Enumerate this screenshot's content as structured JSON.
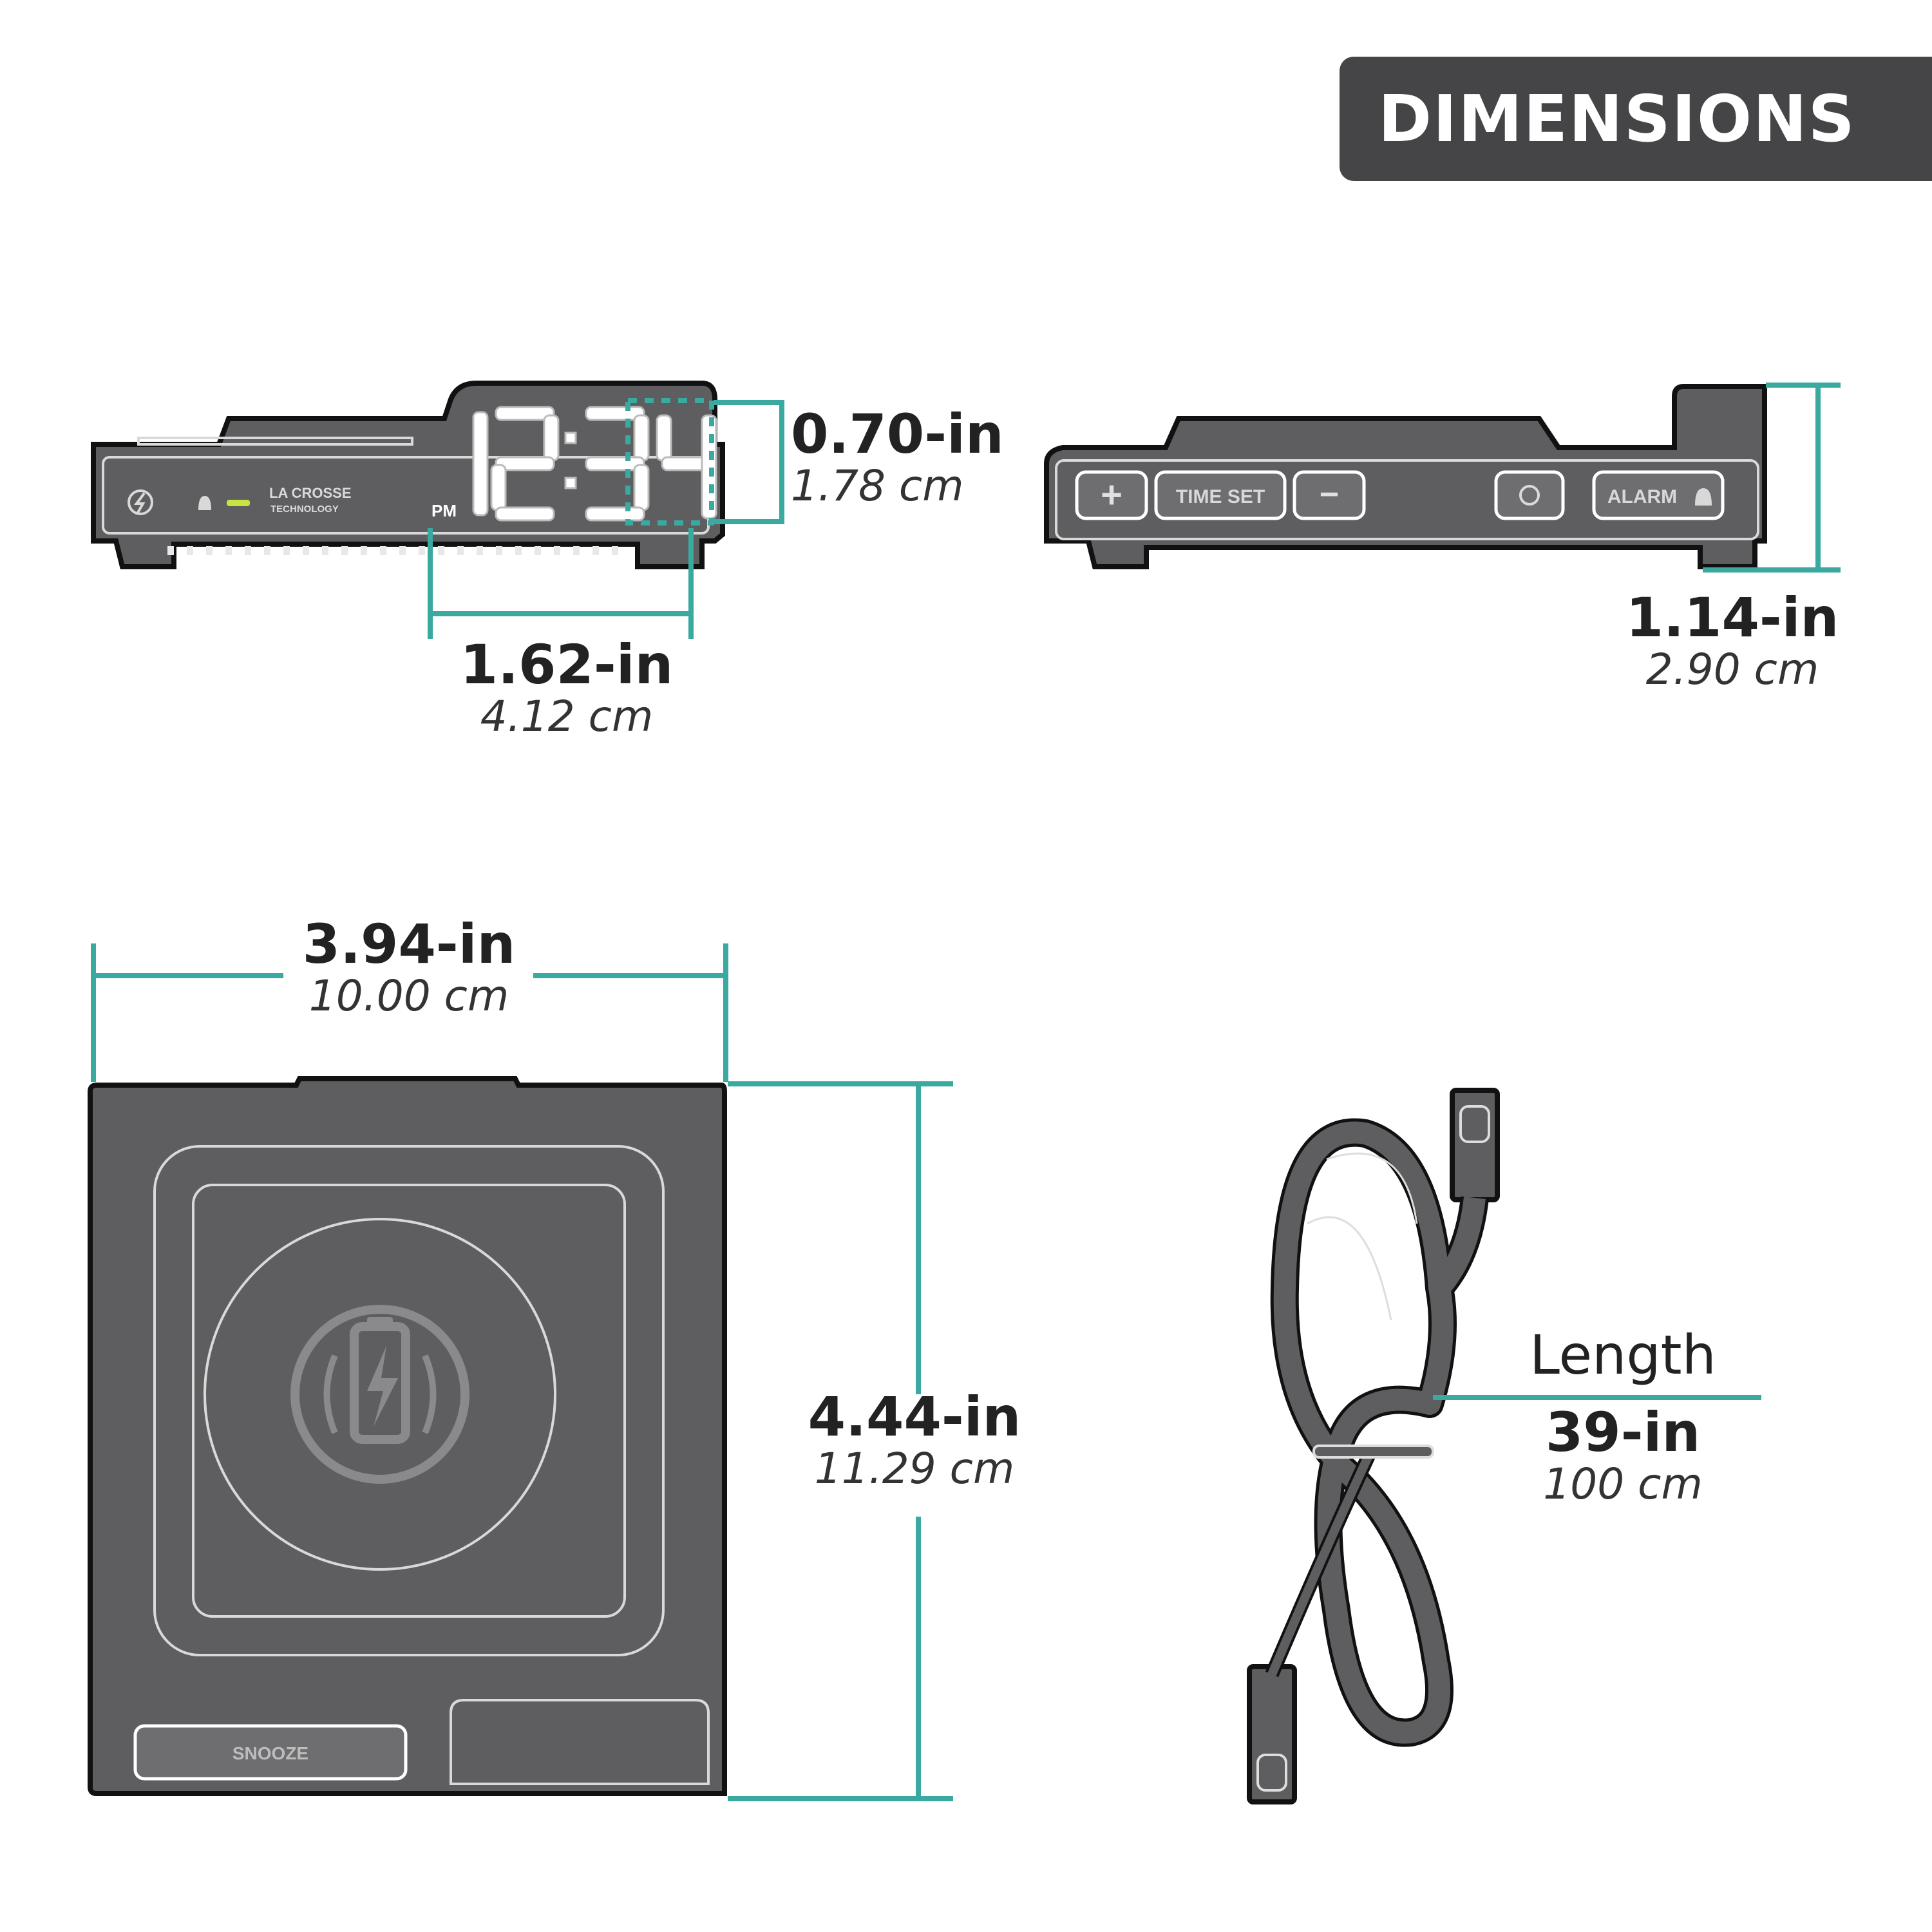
{
  "header": {
    "title": "DIMENSIONS"
  },
  "dimensions": {
    "depth": {
      "inches": "0.70-in",
      "cm": "1.78 cm"
    },
    "display_width": {
      "inches": "1.62-in",
      "cm": "4.12 cm"
    },
    "height": {
      "inches": "1.14-in",
      "cm": "2.90 cm"
    },
    "width": {
      "inches": "3.94-in",
      "cm": "10.00 cm"
    },
    "length": {
      "inches": "4.44-in",
      "cm": "11.29 cm"
    },
    "cable": {
      "label": "Length",
      "inches": "39-in",
      "cm": "100 cm"
    }
  },
  "device": {
    "clock_time": "12:34",
    "pm_label": "PM",
    "brand": "LA CROSSE",
    "brand_sub": "TECHNOLOGY",
    "buttons": [
      "+",
      "TIME SET",
      "−",
      "ALARM"
    ],
    "snooze": "SNOOZE"
  },
  "colors": {
    "accent": "#3aa99f",
    "device": "#5e5e60",
    "badge": "#454547",
    "outline": "#111111"
  },
  "icons": [
    "bolt-icon",
    "bell-icon",
    "brightness-icon",
    "wireless-charge-icon",
    "usb-c-icon"
  ]
}
